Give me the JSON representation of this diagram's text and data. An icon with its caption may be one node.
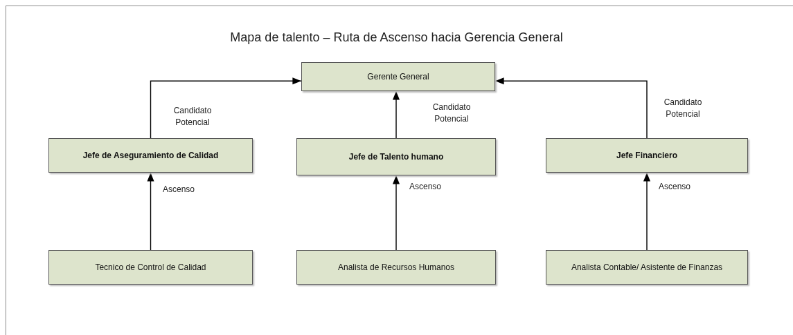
{
  "diagram": {
    "title": "Mapa de talento – Ruta de Ascenso hacia Gerencia General",
    "nodes": [
      {
        "text": [
          "Gerente General"
        ]
      },
      {
        "text": [
          "Jefe de Aseguramiento de Calidad"
        ]
      },
      {
        "text": [
          "Jefe de Talento humano"
        ]
      },
      {
        "text": [
          "Jefe Financiero"
        ]
      },
      {
        "text": [
          "Tecnico de Control de Calidad"
        ]
      },
      {
        "text": [
          "Analista de Recursos Humanos"
        ]
      },
      {
        "text": [
          "Analista Contable/ Asistente de Finanzas"
        ]
      }
    ],
    "edges": [
      {
        "from": 1,
        "to": 0,
        "arrow": "to",
        "label": "Candidato Potencial"
      },
      {
        "from": 2,
        "to": 0,
        "arrow": "to",
        "label": "Candidato Potencial"
      },
      {
        "from": 3,
        "to": 0,
        "arrow": "to",
        "label": "Candidato Potencial"
      },
      {
        "from": 4,
        "to": 1,
        "arrow": "to",
        "label": "Ascenso"
      },
      {
        "from": 5,
        "to": 2,
        "arrow": "to",
        "label": "Ascenso"
      },
      {
        "from": 6,
        "to": 3,
        "arrow": "to",
        "label": "Ascenso"
      }
    ]
  }
}
